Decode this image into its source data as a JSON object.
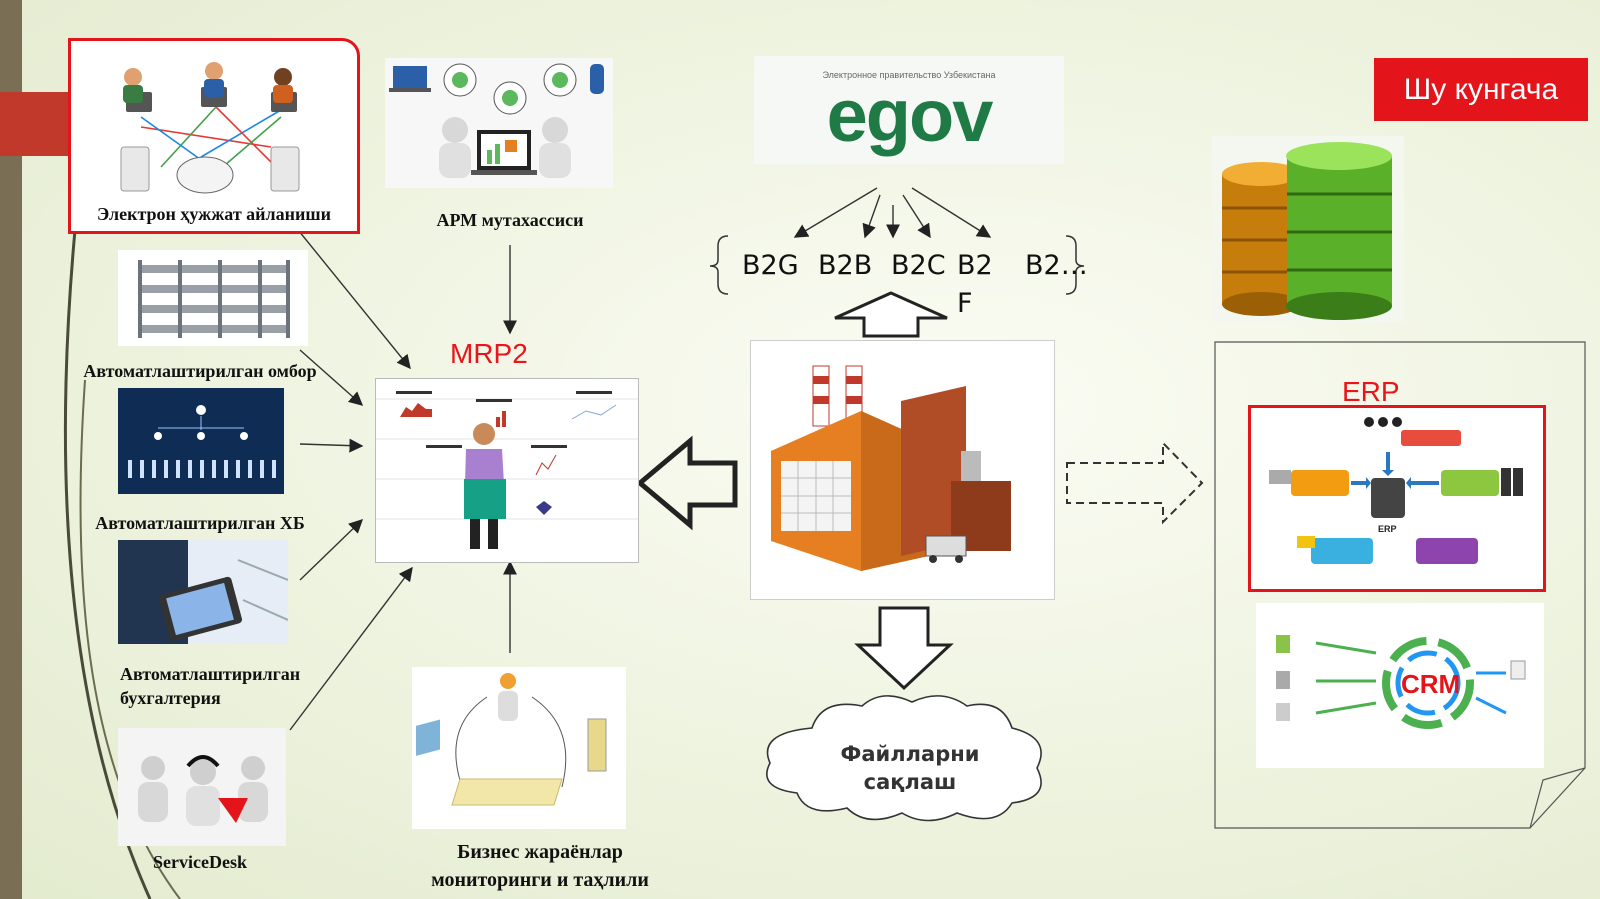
{
  "badge": {
    "label": "Шу кунгача",
    "color": "#e3141a"
  },
  "left_items": [
    {
      "label": "Электрон ҳужжат айланиши"
    },
    {
      "label": "Автоматлаштирилган омбор"
    },
    {
      "label": "Автоматлаштирилган ХБ"
    },
    {
      "label_line1": "Автоматлаштирилган",
      "label_line2": "бухгалтерия"
    },
    {
      "label": "ServiceDesk"
    }
  ],
  "arm": {
    "label": "АРМ мутахассиси"
  },
  "mrp2": {
    "label": "MRP2"
  },
  "business": {
    "line1": "Бизнес жараёнлар",
    "line2": "мониторинги и таҳлили"
  },
  "egov": {
    "title": "Электронное правительство Узбекистана",
    "logo": "egov"
  },
  "b2_models": [
    "B2G",
    "B2B",
    "B2C",
    "B2",
    "F",
    "B2…"
  ],
  "cloud": {
    "line1": "Файлларни",
    "line2": "сақлаш"
  },
  "erp": {
    "label": "ERP",
    "center_text": "ERP"
  },
  "crm": {
    "label": "CRM"
  },
  "icons": [
    "computer-network-icon",
    "database-icon",
    "factory-icon",
    "cloud-icon",
    "arrow-icon"
  ]
}
